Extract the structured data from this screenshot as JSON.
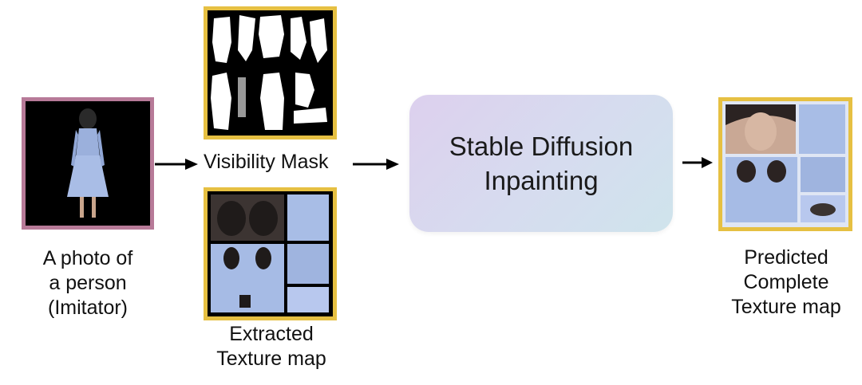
{
  "input_photo": {
    "caption_lines": [
      "A photo of",
      "a person",
      "(Imitator)"
    ],
    "border_color": "#b77a98"
  },
  "visibility_mask": {
    "caption": "Visibility Mask",
    "border_color": "#e6c042"
  },
  "extracted_texture": {
    "caption_lines": [
      "Extracted",
      "Texture map"
    ],
    "border_color": "#e6c042"
  },
  "model_box": {
    "lines": [
      "Stable Diffusion",
      "Inpainting"
    ]
  },
  "predicted_texture": {
    "caption_lines": [
      "Predicted",
      "Complete",
      "Texture map"
    ],
    "border_color": "#e6c042"
  },
  "arrow_color": "#000000"
}
